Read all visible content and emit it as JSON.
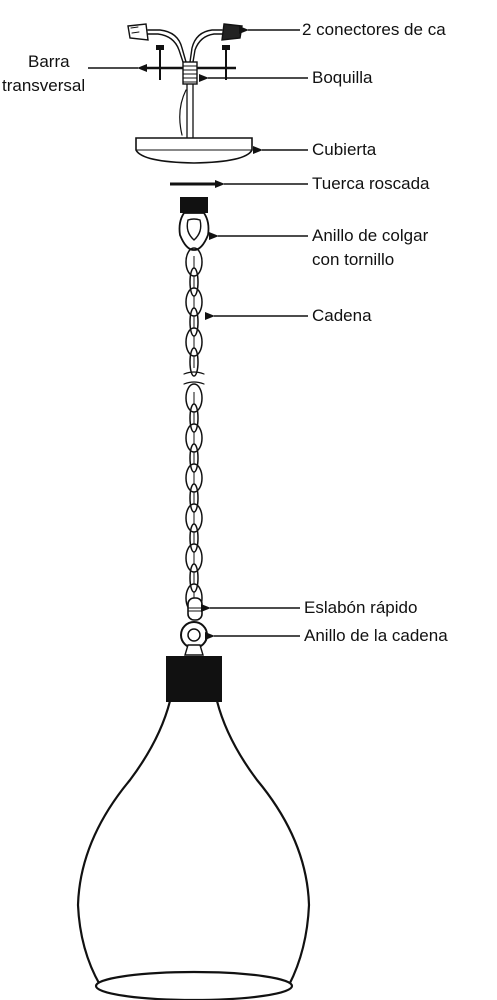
{
  "labels": {
    "connectors": "2 conectores de ca",
    "crossbar_line1": "Barra",
    "crossbar_line2": "transversal",
    "nipple": "Boquilla",
    "canopy": "Cubierta",
    "lock_nut": "Tuerca roscada",
    "hanging_ring_line1": "Anillo de colgar",
    "hanging_ring_line2": "con tornillo",
    "chain": "Cadena",
    "quick_link": "Eslabón rápido",
    "chain_ring": "Anillo de la cadena"
  }
}
